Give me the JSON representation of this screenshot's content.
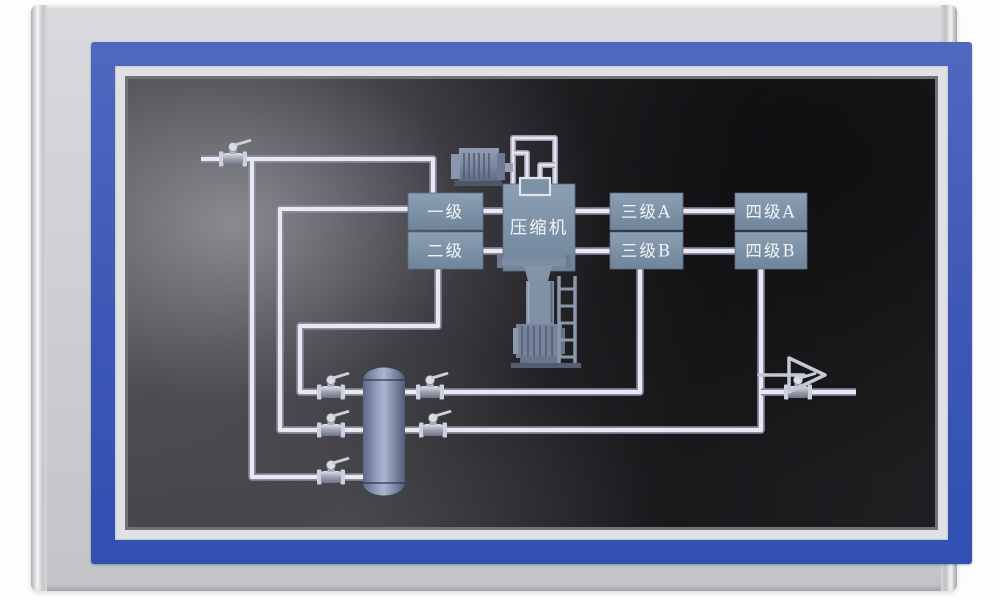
{
  "device": {
    "kind": "industrial-panel-monitor",
    "colors": {
      "bezel_silver": "#cfd0d3",
      "frame_blue": "#3d57b6",
      "inner_strip": "#e0e1e4",
      "screen_dark": "#1f1f22",
      "pipe_light": "#e9e9f4",
      "box_fill": "#7e92a6",
      "label_text": "#f1f3f6",
      "tank_steel": "#93a0bd"
    }
  },
  "diagram": {
    "boxes": [
      {
        "id": "stage-1",
        "label": "一级"
      },
      {
        "id": "stage-2",
        "label": "二级"
      },
      {
        "id": "compressor",
        "label": "压缩机"
      },
      {
        "id": "stage-3a",
        "label": "三级A"
      },
      {
        "id": "stage-3b",
        "label": "三级B"
      },
      {
        "id": "stage-4a",
        "label": "四级A"
      },
      {
        "id": "stage-4b",
        "label": "四级B"
      }
    ],
    "equipment": [
      {
        "id": "drive-motor",
        "type": "motor-icon"
      },
      {
        "id": "compressor-pump",
        "type": "pump-motor-icon"
      },
      {
        "id": "separator-tank",
        "type": "vessel-icon"
      },
      {
        "id": "access-ladder",
        "type": "ladder-icon"
      }
    ],
    "valves": [
      {
        "id": "inlet-valve"
      },
      {
        "id": "tank-left-top-valve"
      },
      {
        "id": "tank-left-mid-valve"
      },
      {
        "id": "tank-left-bottom-valve"
      },
      {
        "id": "tank-right-top-valve"
      },
      {
        "id": "tank-right-mid-valve"
      },
      {
        "id": "outlet-valve"
      }
    ],
    "flow_arrow": {
      "direction": "right"
    }
  }
}
